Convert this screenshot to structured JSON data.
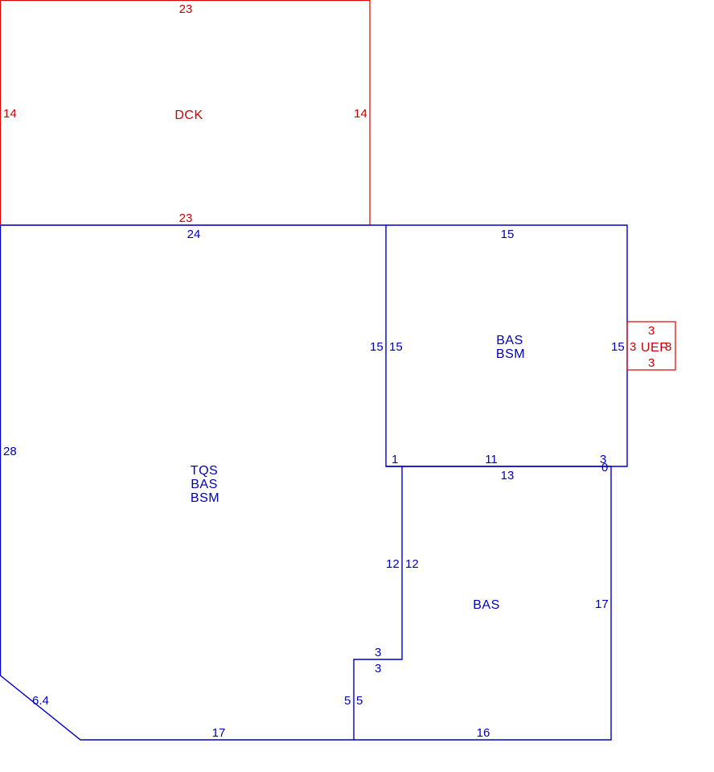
{
  "colors": {
    "deck": "#dd0000",
    "building": "#0000cc",
    "deck_text": "#cc0000",
    "building_text": "#0000bb"
  },
  "areas": {
    "dck": {
      "name": "DCK",
      "top": "23",
      "bottom": "23",
      "left": "14",
      "right": "14"
    },
    "main": {
      "names": [
        "TQS",
        "BAS",
        "BSM"
      ],
      "top": "24",
      "left": "28",
      "diagonal": "6.4",
      "bottom": "17",
      "step_bottom": "5",
      "step_top": "3",
      "right": "12",
      "corner": "1",
      "inner": "15"
    },
    "upper_right": {
      "names": [
        "BAS",
        "BSM"
      ],
      "top": "15",
      "left": "15",
      "right": "15",
      "bottom": "11",
      "corner": "3"
    },
    "lower_right": {
      "name": "BAS",
      "top": "13",
      "right": "17",
      "bottom": "16",
      "left": "12",
      "step_left": "5",
      "step_top": "3",
      "corner": "0"
    },
    "uef": {
      "name": "UEF",
      "top": "3",
      "bottom": "3",
      "left": "3",
      "right": "8"
    }
  }
}
